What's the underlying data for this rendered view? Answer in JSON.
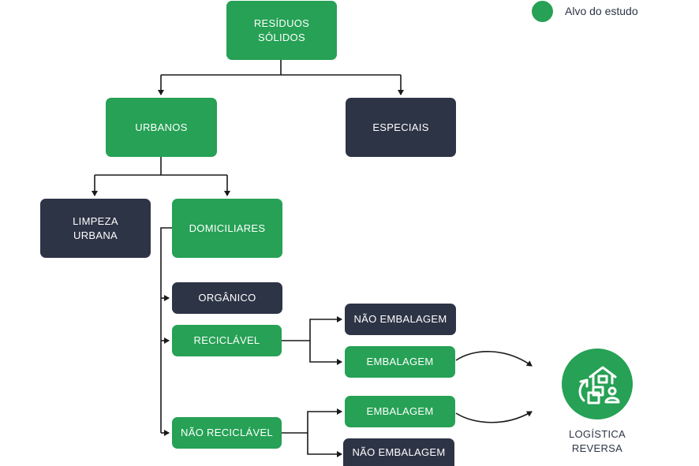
{
  "legend": {
    "label": "Alvo do estudo",
    "color": "#26a155"
  },
  "colors": {
    "target": "#26a155",
    "other": "#2d3446"
  },
  "nodes": {
    "residuos_solidos": "RESÍDUOS\nSÓLIDOS",
    "urbanos": "URBANOS",
    "especiais": "ESPECIAIS",
    "limpeza_urbana": "LIMPEZA\nURBANA",
    "domiciliares": "DOMICILIARES",
    "organico": "ORGÂNICO",
    "reciclavel": "RECICLÁVEL",
    "nao_reciclavel": "NÃO RECICLÁVEL",
    "rec_nao_embalagem": "NÃO EMBALAGEM",
    "rec_embalagem": "EMBALAGEM",
    "nrec_embalagem": "EMBALAGEM",
    "nrec_nao_embalagem": "NÃO EMBALAGEM"
  },
  "logistica": {
    "label": "LOGÍSTICA\nREVERSA",
    "icon": "reverse-logistics-icon"
  }
}
